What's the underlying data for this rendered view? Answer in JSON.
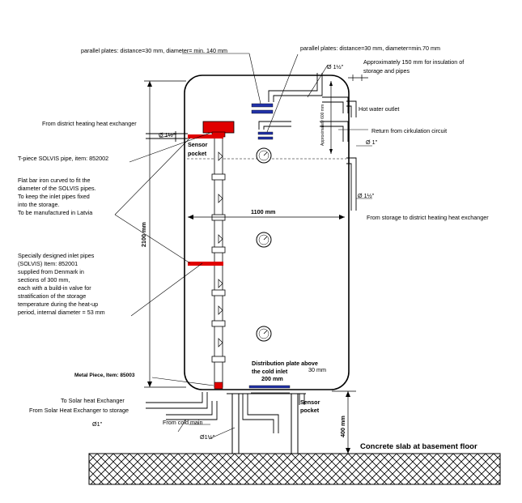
{
  "labels": {
    "plates_left": "parallel plates: distance=30 mm, diameter= min. 140 mm",
    "plates_right": "parallel plates: distance=30 mm, diameter=min.70 mm",
    "pipe_top": "Ø 1½\"",
    "insulation_1": "Approximately 150 mm for insulation of",
    "insulation_2": "storage and pipes",
    "hot_water_outlet": "Hot water outlet",
    "return_circuit": "Return from cirkulation circuit",
    "return_pipe": "Ø 1\"",
    "dim_600": "Approximately 600 mm",
    "district_in": "From district heating heat exchanger",
    "district_pipe": "Ø 1½\"",
    "sensor_pocket_top_1": "Sensor",
    "sensor_pocket_top_2": "pocket",
    "tpiece": "T-piece SOLVIS  pipe, item: 852002",
    "flat_bar_1": "Flat bar iron curved to fit the",
    "flat_bar_2": "diameter of the SOLVIS pipes.",
    "flat_bar_3": "To keep the inlet pipes fixed",
    "flat_bar_4": "into the storage.",
    "flat_bar_5": "To be manufactured in Latvia",
    "storage_out_pipe": "Ø 1½\"",
    "storage_to_district": "From storage to district heating heat exchanger",
    "width_dim": "1100 mm",
    "height_dim": "2100 mm",
    "inlet_1": "Specially designed inlet pipes",
    "inlet_2": "(SOLVIS) Item: 852001",
    "inlet_3": "supplied from Denmark in",
    "inlet_4": "sections of 300 mm,",
    "inlet_5": "each with a build-in valve for",
    "inlet_6": "stratification of the storage",
    "inlet_7": "temperature during the heat-up",
    "inlet_8": "period, internal diameter = 53 mm",
    "dist_plate_1": "Distribution plate above",
    "dist_plate_2": "the cold inlet",
    "dist_plate_30": "30 mm",
    "dist_plate_200": "200 mm",
    "metal_piece": "Metal Piece, Item: 85003",
    "to_solar": "To Solar heat Exchanger",
    "from_solar": "From Solar Heat Exchanger to storage",
    "solar_pipe": "Ø1\"",
    "cold_main": "From cold main",
    "cold_pipe": "Ø1½\"",
    "sensor_pocket_bottom_1": "Sensor",
    "sensor_pocket_bottom_2": "pocket",
    "dim_400": "400 mm",
    "slab": "Concrete slab at basement floor"
  }
}
